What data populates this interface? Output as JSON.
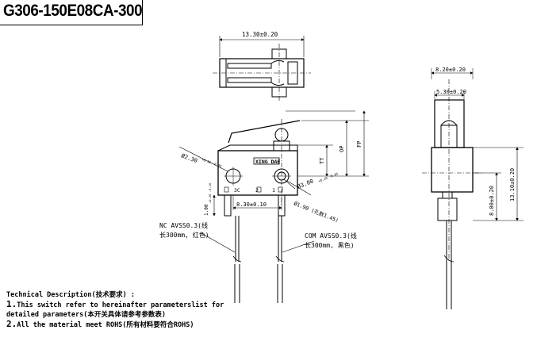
{
  "part_number": "G306-150E08CA-300",
  "top_view": {
    "width_dim": "13.30±0.20"
  },
  "front_view": {
    "brand_label": "XING DAE",
    "pin_labels": [
      "3C",
      "2",
      "1"
    ],
    "dim_pin_hole_left": "Ø2.30",
    "dim_pin_hole_left_tol": "+0.10 -0.05",
    "dim_pin_hole_right": "Ø3.00",
    "dim_pin_hole_right_tol": "+0.10 -0.05",
    "dim_small_hole": "Ø1.90 (孔数1.45)",
    "dim_pin_spacing": "8.30±0.10",
    "dim_bottom_offset": "1.00",
    "dim_bottom_offset_tol": "+0.20 -0.10",
    "dim_fp": "FP",
    "dim_op": "OP",
    "dim_tt": "TT",
    "nc_wire_label_1": "NC AVSS0.3(线",
    "nc_wire_label_2": "长300mm, 红色)",
    "com_wire_label_1": "COM AVSS0.3(线",
    "com_wire_label_2": "长300mm, 黑色)"
  },
  "side_view": {
    "dim_width": "8.20±0.20",
    "dim_inner": "5.30±0.20",
    "dim_lower": "8.00±0.20",
    "dim_total": "13.10±0.20"
  },
  "notes": {
    "heading": "Technical Description(技术要求) :",
    "line1_num": "1.",
    "line1": "This switch  refer to hereinafter parameterslist for",
    "line1b": "detailed parameters(本开关具体请参考参数表)",
    "line2_num": "2.",
    "line2": "All the material meet ROHS(所有材料要符合ROHS)"
  }
}
